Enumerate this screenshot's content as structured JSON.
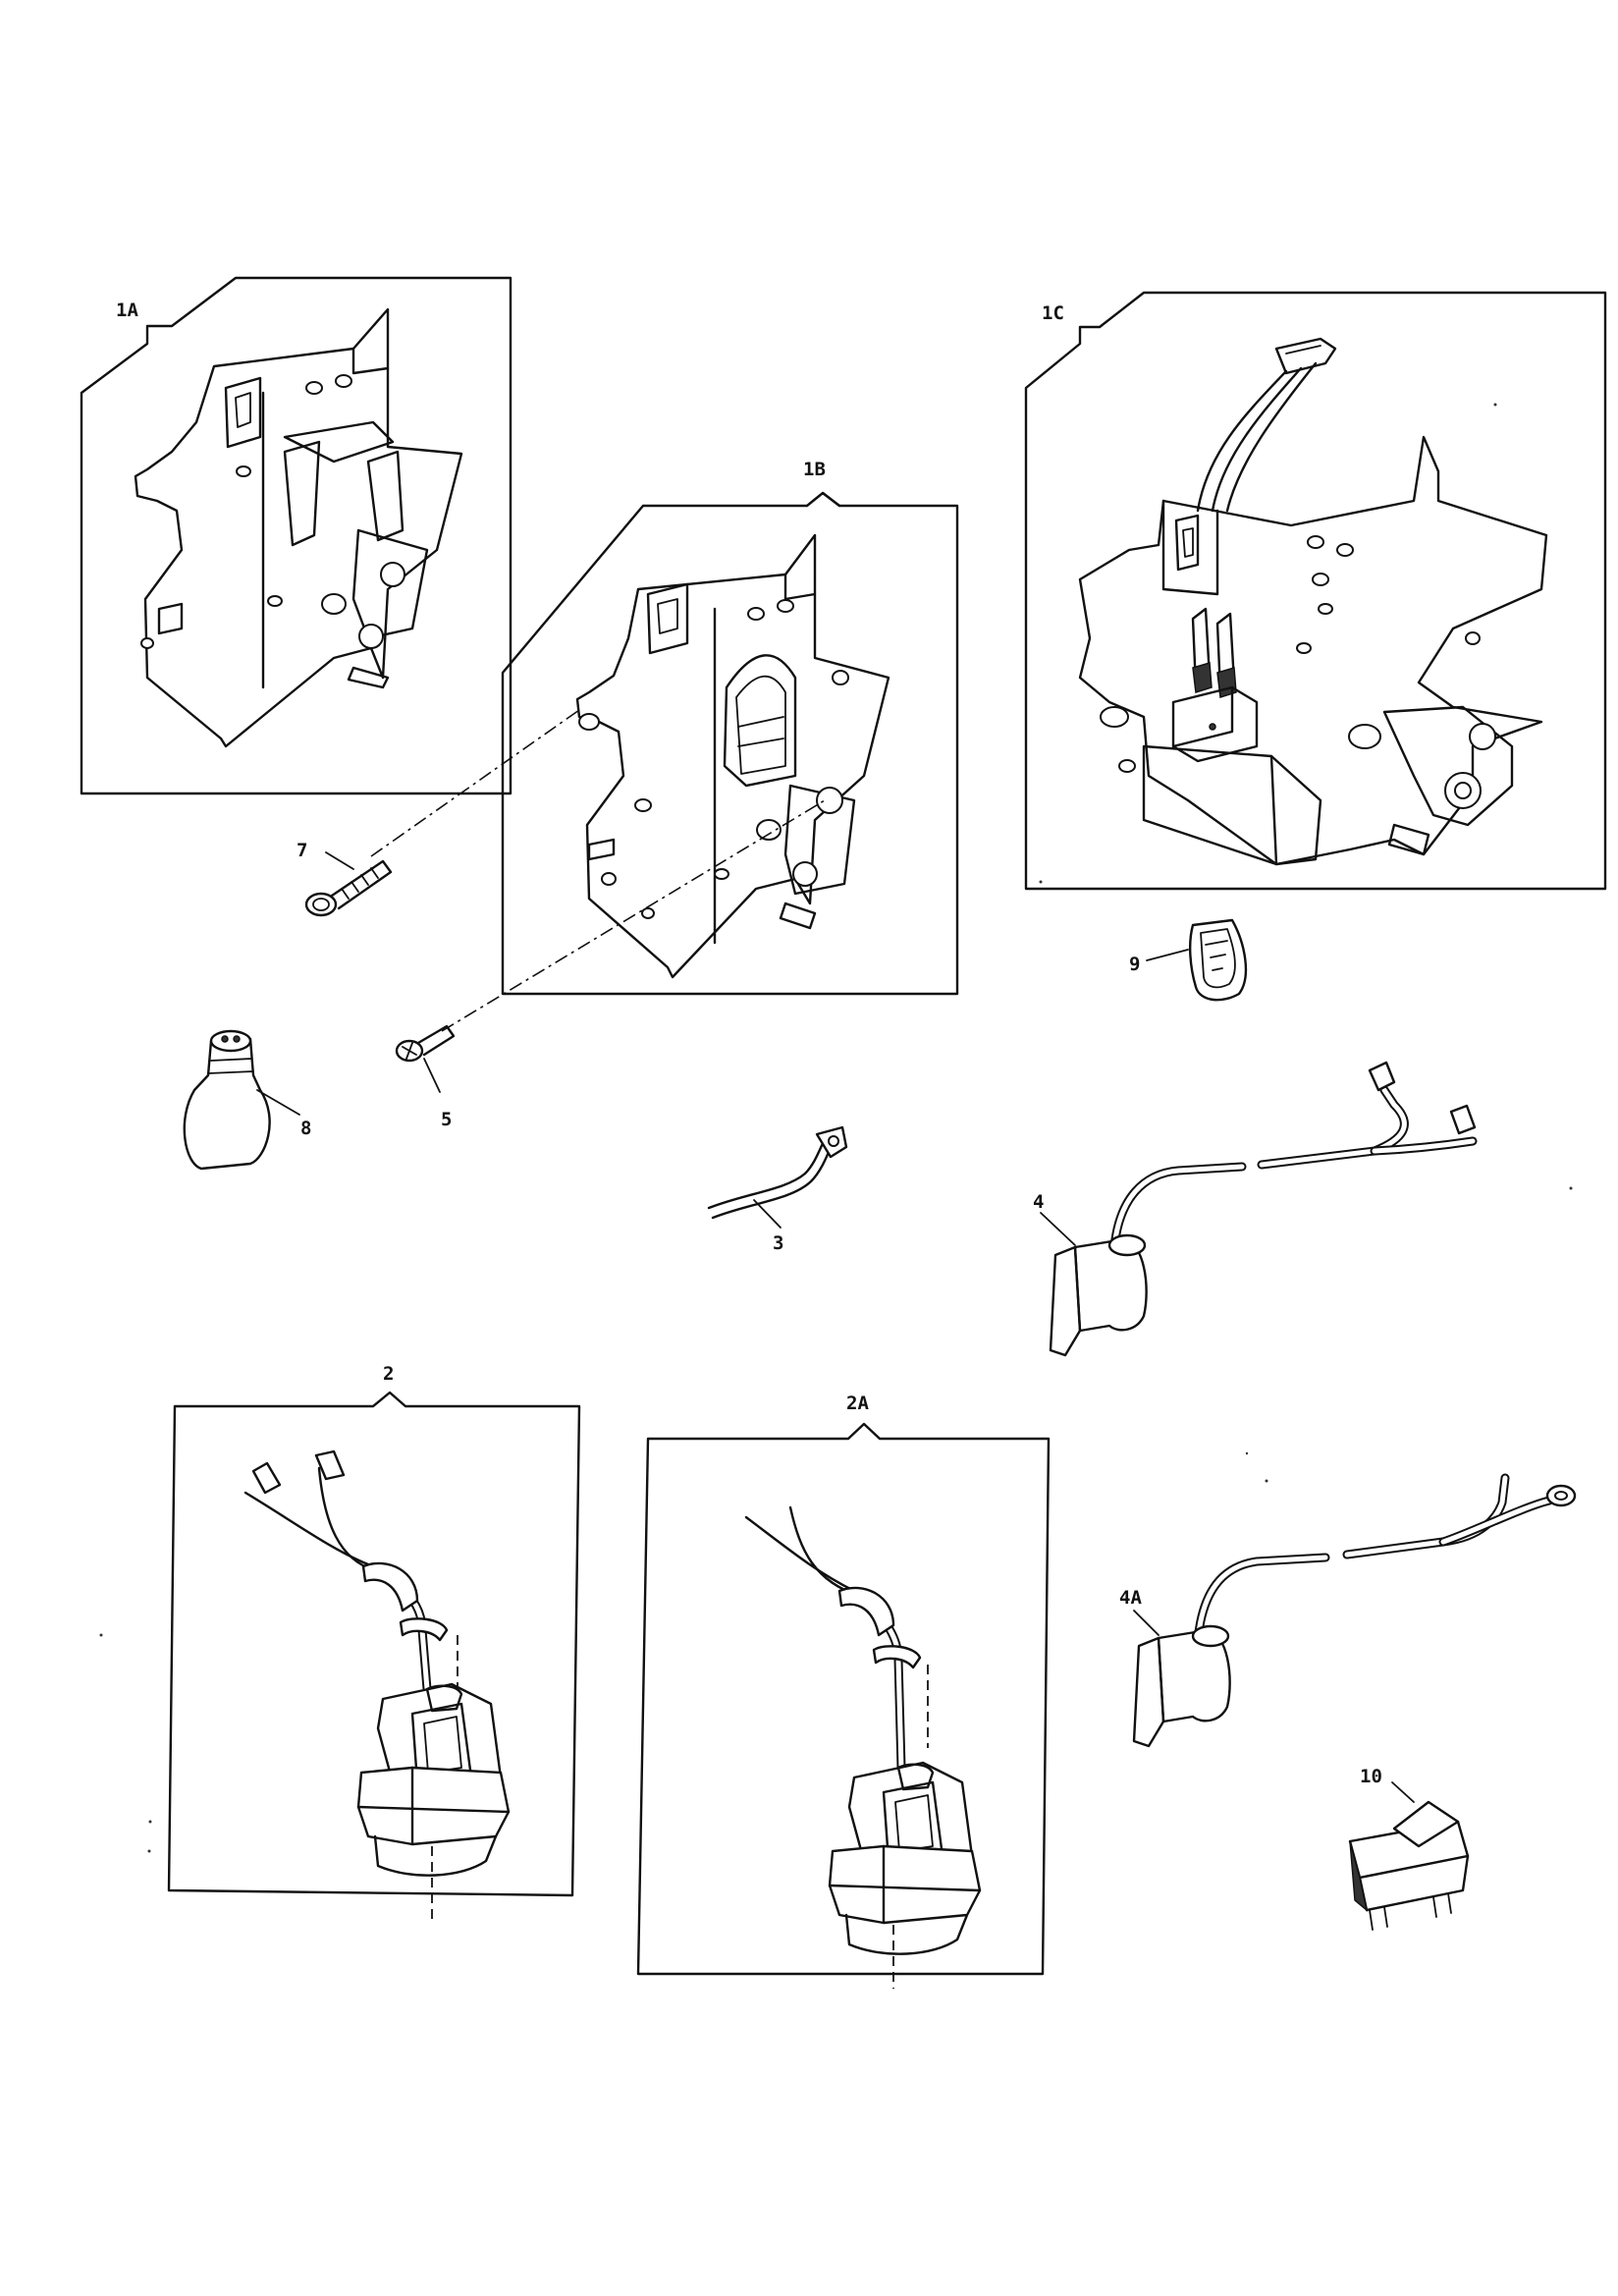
{
  "diagram": {
    "parts": [
      {
        "id": "1A",
        "label": "1A"
      },
      {
        "id": "1B",
        "label": "1B"
      },
      {
        "id": "1C",
        "label": "1C"
      },
      {
        "id": "2",
        "label": "2"
      },
      {
        "id": "2A",
        "label": "2A"
      },
      {
        "id": "3",
        "label": "3"
      },
      {
        "id": "4",
        "label": "4"
      },
      {
        "id": "4A",
        "label": "4A"
      },
      {
        "id": "5",
        "label": "5"
      },
      {
        "id": "7",
        "label": "7"
      },
      {
        "id": "8",
        "label": "8"
      },
      {
        "id": "9",
        "label": "9"
      },
      {
        "id": "10",
        "label": "10"
      }
    ]
  }
}
